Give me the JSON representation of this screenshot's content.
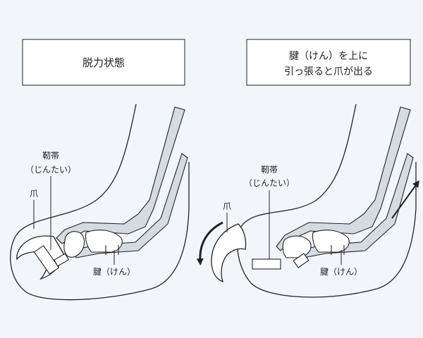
{
  "left_panel": {
    "title": "脱力状態",
    "label_ligament_1": "靭帯",
    "label_ligament_2": "（じんたい）",
    "label_claw": "爪",
    "label_tendon": "腱（けん）"
  },
  "right_panel": {
    "title_line1": "腱（けん）を上に",
    "title_line2": "引っ張ると爪が出る",
    "label_ligament_1": "靭帯",
    "label_ligament_2": "（じんたい）",
    "label_claw": "爪",
    "label_tendon": "腱（けん）"
  },
  "colors": {
    "background": "#f2f6fb",
    "tissue": "#d6dbe1",
    "line": "#222222"
  },
  "icons": [
    "rotation-arrow-icon",
    "pull-up-arrow-icon"
  ]
}
